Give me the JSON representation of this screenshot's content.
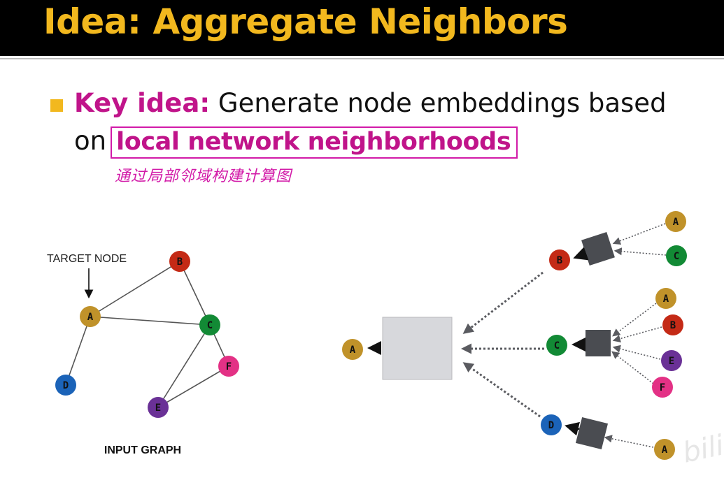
{
  "slide": {
    "title": "Idea: Aggregate Neighbors",
    "bullet_label": "Key idea:",
    "bullet_text_1": " Generate node embeddings based",
    "bullet_text_2": "on",
    "highlight_text": "local network neighborhoods",
    "note": "通过局部邻域构建计算图"
  },
  "input_graph": {
    "target_label": "TARGET NODE",
    "caption": "INPUT GRAPH",
    "nodes": [
      {
        "id": "A",
        "color": "#c0922a"
      },
      {
        "id": "B",
        "color": "#c42a16"
      },
      {
        "id": "C",
        "color": "#128a35"
      },
      {
        "id": "D",
        "color": "#1b63b8"
      },
      {
        "id": "E",
        "color": "#6a3196"
      },
      {
        "id": "F",
        "color": "#e33185"
      }
    ]
  },
  "computation_graph": {
    "root": "A",
    "level1": [
      "B",
      "C",
      "D"
    ],
    "level2": {
      "B": [
        "A",
        "C"
      ],
      "C": [
        "A",
        "B",
        "E",
        "F"
      ],
      "D": [
        "A"
      ]
    }
  },
  "colors": {
    "title_yellow": "#f2b81e",
    "accent_magenta": "#c0148a",
    "aggregator_box_light": "#d7d8dc",
    "aggregator_box_dark": "#4a4c51"
  }
}
